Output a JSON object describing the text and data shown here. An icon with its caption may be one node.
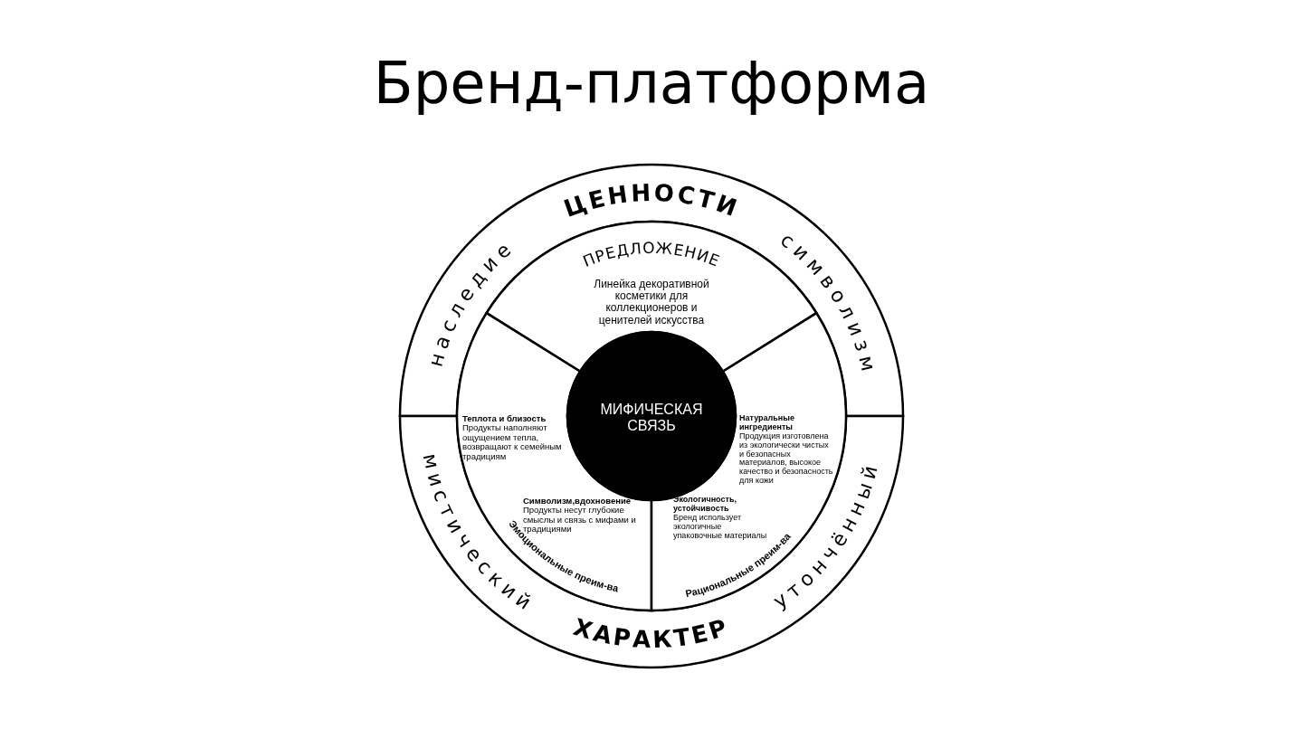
{
  "diagram": {
    "title": "Бренд-платформа",
    "nodes": [
      {
        "text": [
          "ЦЕННОСТИ",
          "наследие",
          "символизм"
        ]
      },
      {
        "text": [
          "ХАРАКТЕР",
          "мистический",
          "утончённый"
        ]
      },
      {
        "text": [
          "ПРЕДЛОЖЕНИЕ",
          "Линейка декоративной косметики для коллекционеров и ценителей искусства"
        ]
      },
      {
        "text": [
          "Теплота и близость",
          "Продукты наполняют ощущением тепла, возвращают к семейным традициям",
          "Символизм,вдохновение",
          "Продукты несут глубокие смыслы и связь с мифами и традициями",
          "Эмоциональные преим-ва"
        ]
      },
      {
        "text": [
          "Натуральные ингредиенты",
          "Продукция изготовлена из экологически чистых и безопасных материалов, высокое качество и безопасность для кожи",
          "Экологичность, устойчивость",
          "Бренд использует экологичные упаковочные материалы",
          "Рациональные преим-ва"
        ]
      },
      {
        "text": [
          "МИФИЧЕСКАЯ СВЯЗЬ"
        ]
      }
    ]
  }
}
